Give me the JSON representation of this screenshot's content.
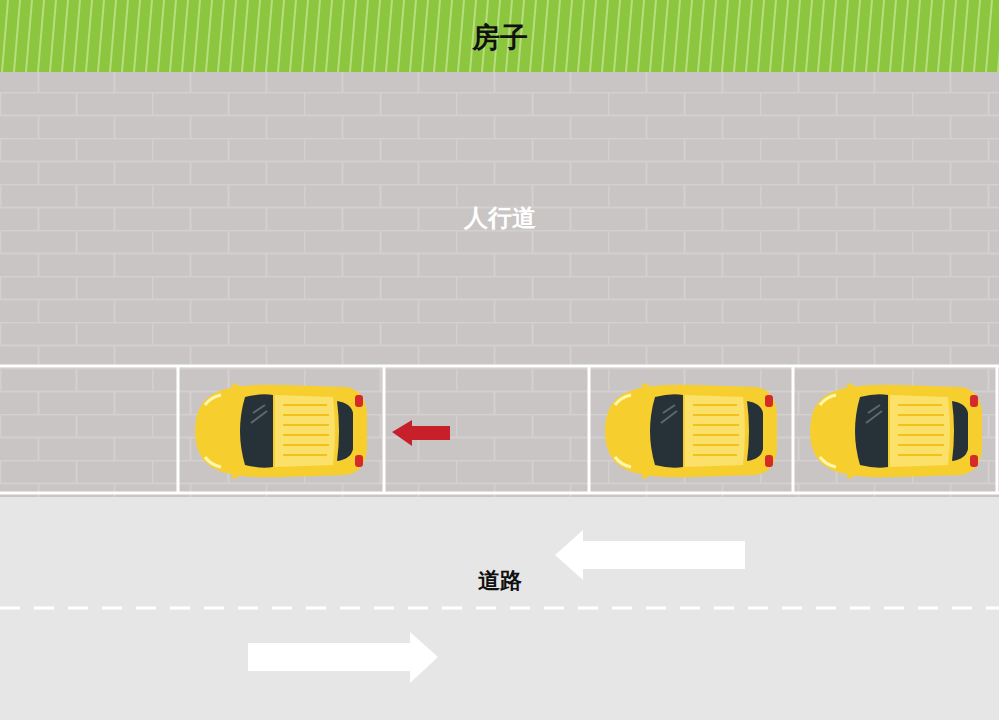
{
  "diagram": {
    "nodes": [
      {
        "text": [
          "房子"
        ]
      },
      {
        "text": [
          "人行道"
        ]
      },
      {
        "text": [
          "道路"
        ]
      }
    ]
  }
}
